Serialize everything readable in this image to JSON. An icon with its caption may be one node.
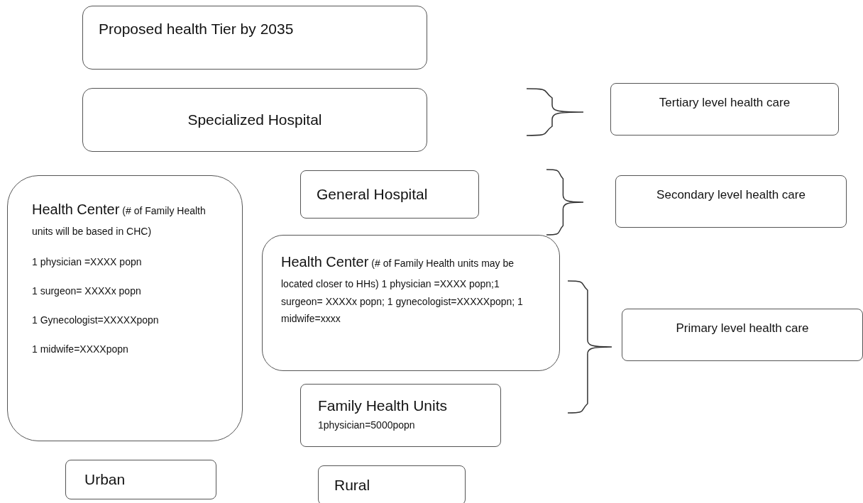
{
  "diagram": {
    "nodes": [
      {
        "text": [
          "Proposed health Tier by 2035"
        ]
      },
      {
        "text": [
          "Specialized Hospital"
        ]
      },
      {
        "text": [
          "Tertiary level health care"
        ]
      },
      {
        "text": [
          "Health Center",
          "(# of Family Health units will be based in CHC)",
          "1 physician =XXXX popn",
          "1 surgeon= XXXXx popn",
          "1 Gynecologist=XXXXXpopn",
          "1 midwife=XXXXpopn"
        ]
      },
      {
        "text": [
          "General Hospital"
        ]
      },
      {
        "text": [
          "Secondary level health care"
        ]
      },
      {
        "text": [
          "Health Center",
          "(# of Family Health units may be located closer to HHs) 1 physician =XXXX popn;1 surgeon= XXXXx popn; 1 gynecologist=XXXXXpopn; 1 midwife=xxxx"
        ]
      },
      {
        "text": [
          "Primary level health care"
        ]
      },
      {
        "text": [
          "Family Health Units",
          "1physician=5000popn"
        ]
      },
      {
        "text": [
          "Urban"
        ]
      },
      {
        "text": [
          "Rural"
        ]
      }
    ]
  }
}
